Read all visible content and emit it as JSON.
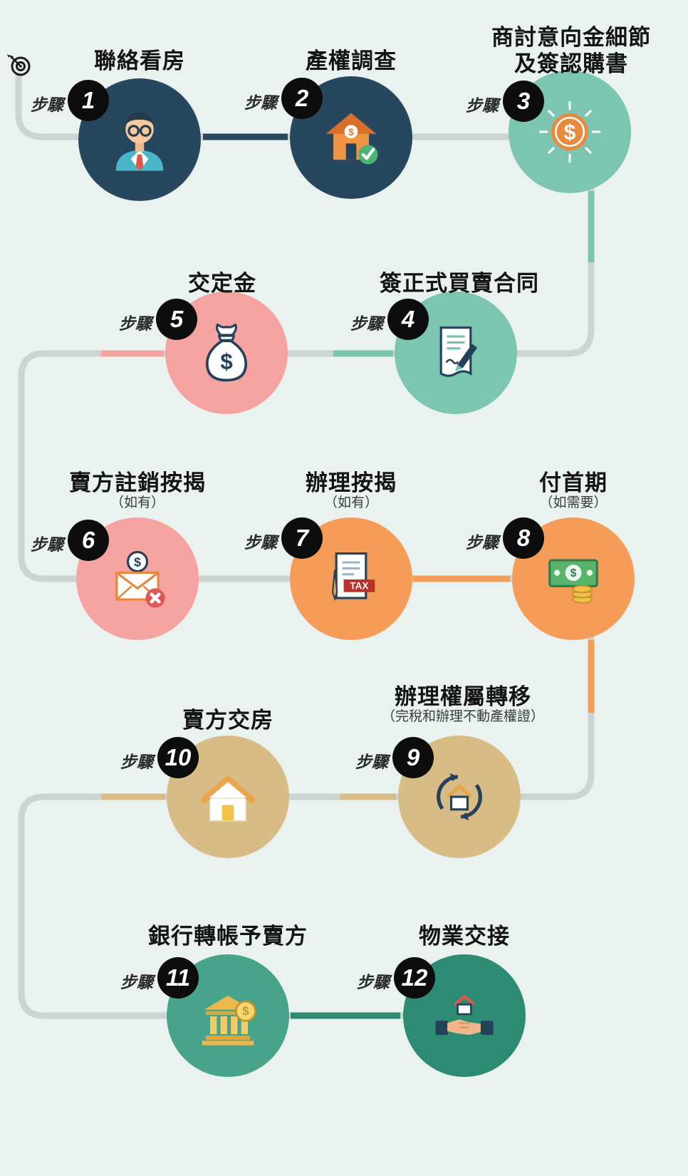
{
  "canvas": {
    "bg": "#e9f2ee",
    "connector_color": "#ccd3d1"
  },
  "labels": {
    "step": "步驟"
  },
  "start_icon": "target-icon",
  "steps": [
    {
      "num": "1",
      "title": "聯絡看房",
      "subtitle": "",
      "icon": "agent-person-icon",
      "color": "#27475f"
    },
    {
      "num": "2",
      "title": "產權調查",
      "subtitle": "",
      "icon": "house-verified-icon",
      "color": "#27475f"
    },
    {
      "num": "3",
      "title": "商討意向金細節及簽認購書",
      "subtitle": "",
      "icon": "dollar-coin-icon",
      "color": "#7cc5b0"
    },
    {
      "num": "4",
      "title": "簽正式買賣合同",
      "subtitle": "",
      "icon": "contract-signing-icon",
      "color": "#7cc5b0"
    },
    {
      "num": "5",
      "title": "交定金",
      "subtitle": "",
      "icon": "money-bag-icon",
      "color": "#f5a3a0"
    },
    {
      "num": "6",
      "title": "賣方註銷按揭",
      "subtitle": "（如有）",
      "icon": "cancel-mortgage-envelope-icon",
      "color": "#f5a3a0"
    },
    {
      "num": "7",
      "title": "辦理按揭",
      "subtitle": "（如有）",
      "icon": "tax-document-icon",
      "color": "#f59c58"
    },
    {
      "num": "8",
      "title": "付首期",
      "subtitle": "（如需要）",
      "icon": "cash-payment-icon",
      "color": "#f59c58"
    },
    {
      "num": "9",
      "title": "辦理權屬轉移",
      "subtitle": "（完稅和辦理不動產權證）",
      "icon": "house-transfer-icon",
      "color": "#d8bc86"
    },
    {
      "num": "10",
      "title": "賣方交房",
      "subtitle": "",
      "icon": "house-icon",
      "color": "#d8bc86"
    },
    {
      "num": "11",
      "title": "銀行轉帳予賣方",
      "subtitle": "",
      "icon": "bank-transfer-icon",
      "color": "#47a48b"
    },
    {
      "num": "12",
      "title": "物業交接",
      "subtitle": "",
      "icon": "property-handover-icon",
      "color": "#2e8b73"
    }
  ]
}
